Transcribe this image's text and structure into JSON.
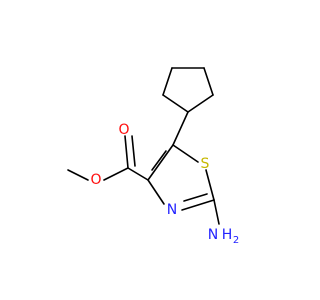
{
  "molecule": {
    "atoms": {
      "O1": {
        "symbol": "O",
        "color": "#ff0d0d"
      },
      "O2": {
        "symbol": "O",
        "color": "#ff0d0d"
      },
      "S": {
        "symbol": "S",
        "color": "#c6b800"
      },
      "N": {
        "symbol": "N",
        "color": "#2222ff"
      },
      "NH2": {
        "symbol": "N",
        "h": "H",
        "h_count": "2",
        "color": "#2222ff"
      }
    }
  }
}
